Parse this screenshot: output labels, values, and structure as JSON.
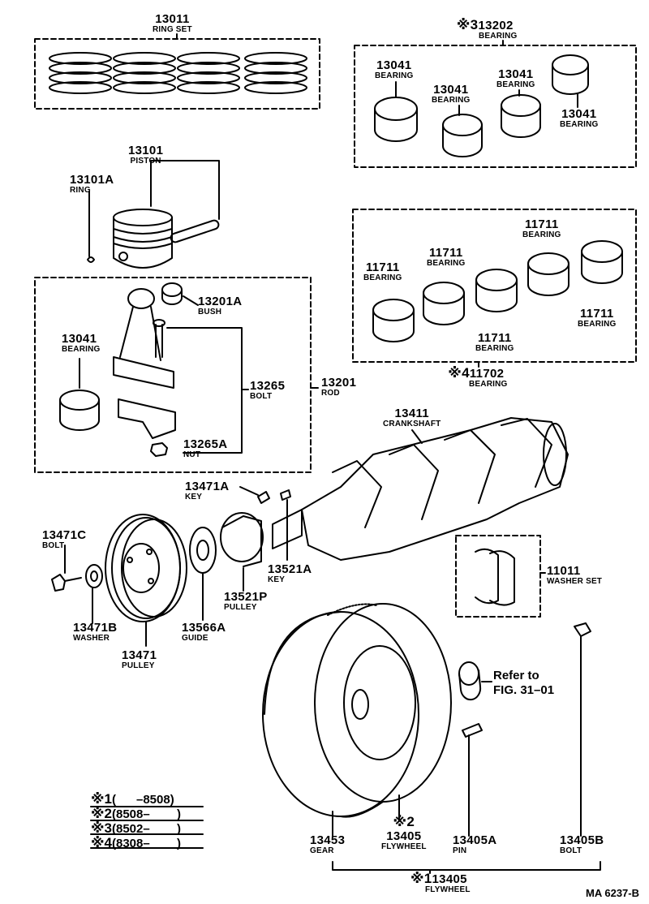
{
  "labels": {
    "ring_set": {
      "number": "13011",
      "name": "RING SET"
    },
    "bearing_set_3": {
      "mark": "※3",
      "number": "13202",
      "name": "BEARING"
    },
    "rod_bearing_1": {
      "number": "13041",
      "name": "BEARING"
    },
    "rod_bearing_2": {
      "number": "13041",
      "name": "BEARING"
    },
    "rod_bearing_3": {
      "number": "13041",
      "name": "BEARING"
    },
    "rod_bearing_4": {
      "number": "13041",
      "name": "BEARING"
    },
    "piston": {
      "number": "13101",
      "name": "PISTON"
    },
    "piston_ring": {
      "number": "13101A",
      "name": "RING"
    },
    "main_bearing_1": {
      "number": "11711",
      "name": "BEARING"
    },
    "main_bearing_2": {
      "number": "11711",
      "name": "BEARING"
    },
    "main_bearing_3": {
      "number": "11711",
      "name": "BEARING"
    },
    "main_bearing_4": {
      "number": "11711",
      "name": "BEARING"
    },
    "main_bearing_5": {
      "number": "11711",
      "name": "BEARING"
    },
    "bearing_set_4": {
      "mark": "※4",
      "number": "11702",
      "name": "BEARING"
    },
    "bush": {
      "number": "13201A",
      "name": "BUSH"
    },
    "rod_bearing_5": {
      "number": "13041",
      "name": "BEARING"
    },
    "rod_bolt": {
      "number": "13265",
      "name": "BOLT"
    },
    "rod": {
      "number": "13201",
      "name": "ROD"
    },
    "rod_nut": {
      "number": "13265A",
      "name": "NUT"
    },
    "crankshaft": {
      "number": "13411",
      "name": "CRANKSHAFT"
    },
    "key_a": {
      "number": "13471A",
      "name": "KEY"
    },
    "pulley_bolt": {
      "number": "13471C",
      "name": "BOLT"
    },
    "key_b": {
      "number": "13521A",
      "name": "KEY"
    },
    "washer_set": {
      "number": "11011",
      "name": "WASHER SET"
    },
    "washer": {
      "number": "13471B",
      "name": "WASHER"
    },
    "guide": {
      "number": "13566A",
      "name": "GUIDE"
    },
    "timing_pulley": {
      "number": "13521P",
      "name": "PULLEY"
    },
    "pulley": {
      "number": "13471",
      "name": "PULLEY"
    },
    "gear": {
      "number": "13453",
      "name": "GEAR"
    },
    "flywheel_2": {
      "mark": "※2",
      "number": "13405",
      "name": "FLYWHEEL"
    },
    "pin": {
      "number": "13405A",
      "name": "PIN"
    },
    "flywheel_bolt": {
      "number": "13405B",
      "name": "BOLT"
    },
    "flywheel_1": {
      "mark": "※1",
      "number": "13405",
      "name": "FLYWHEEL"
    }
  },
  "refer": {
    "line1": "Refer to",
    "line2": "FIG. 31–01"
  },
  "legend": [
    {
      "mark": "※1",
      "range": "(      –8508)"
    },
    {
      "mark": "※2",
      "range": "(8508–        )"
    },
    {
      "mark": "※3",
      "range": "(8502–        )"
    },
    {
      "mark": "※4",
      "range": "(8308–        )"
    }
  ],
  "drawing_id": "MA  6237-B"
}
